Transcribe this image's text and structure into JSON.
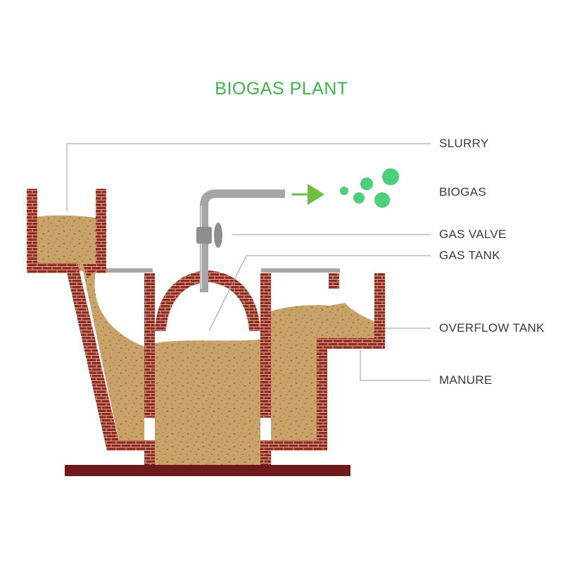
{
  "title": "BIOGAS PLANT",
  "labels": {
    "slurry": "SLURRY",
    "biogas": "BIOGAS",
    "gas_valve": "GAS VALVE",
    "gas_tank": "GAS TANK",
    "overflow_tank": "OVERFLOW TANK",
    "manure": "MANURE"
  },
  "colors": {
    "title": "#3cb44b",
    "brick": "#8f2a20",
    "mortar": "#e6b39e",
    "slurry": "#c9a26a",
    "slurry_speck": "#a07a45",
    "bubble": "#4cd07a",
    "arrow": "#6dbf3f",
    "pipe": "#a6a6a6",
    "leader": "#9a9a9a",
    "ground": "#6e1a1a"
  }
}
